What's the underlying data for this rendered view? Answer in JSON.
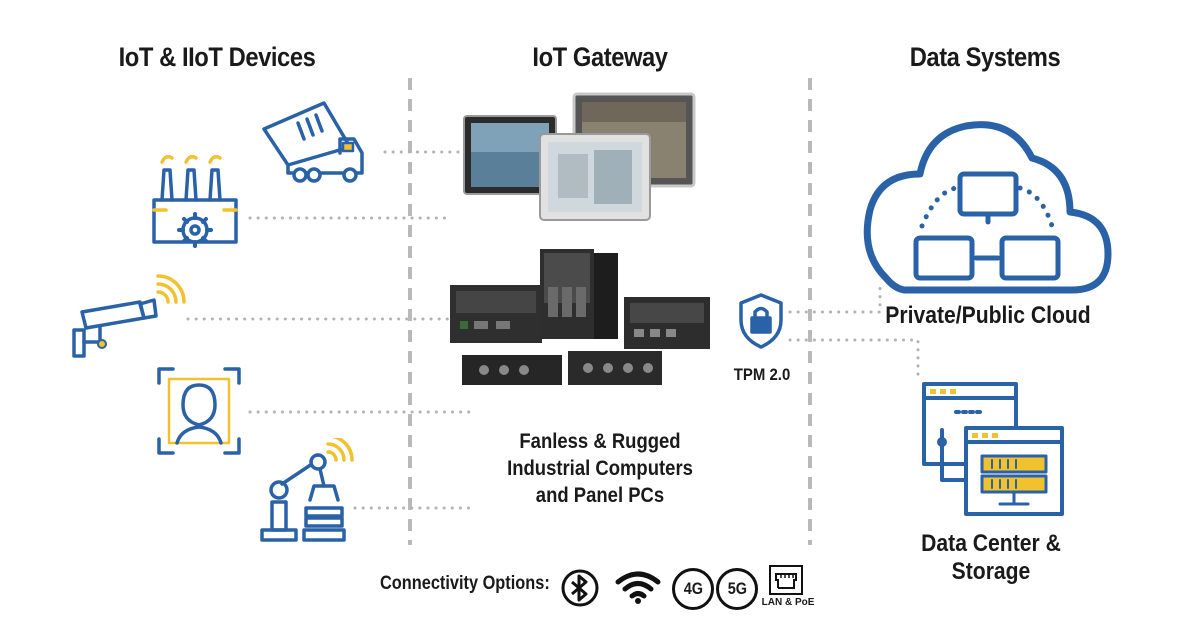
{
  "columns": {
    "devices": "IoT & IIoT Devices",
    "gateway": "IoT Gateway",
    "data": "Data Systems"
  },
  "gateway_caption": [
    "Fanless & Rugged",
    "Industrial Computers",
    "and Panel PCs"
  ],
  "security": {
    "label": "TPM 2.0"
  },
  "cloud": {
    "label": "Private/Public Cloud"
  },
  "datacenter": {
    "label": "Data Center & Storage"
  },
  "connectivity": {
    "label": "Connectivity Options:",
    "badge_4g": "4G",
    "badge_5g": "5G",
    "lan_label": "LAN & PoE"
  },
  "colors": {
    "icon_blue": "#2a62a8",
    "icon_yellow": "#f2c12e",
    "divider_gray": "#b9b9b9",
    "dot_gray": "#b3b3b3"
  },
  "icons": [
    "dump-truck-icon",
    "factory-gear-icon",
    "security-camera-icon",
    "face-recognition-icon",
    "robot-arm-icon",
    "shield-lock-icon",
    "cloud-network-icon",
    "data-server-icon",
    "bluetooth-icon",
    "wifi-icon",
    "lan-port-icon"
  ]
}
